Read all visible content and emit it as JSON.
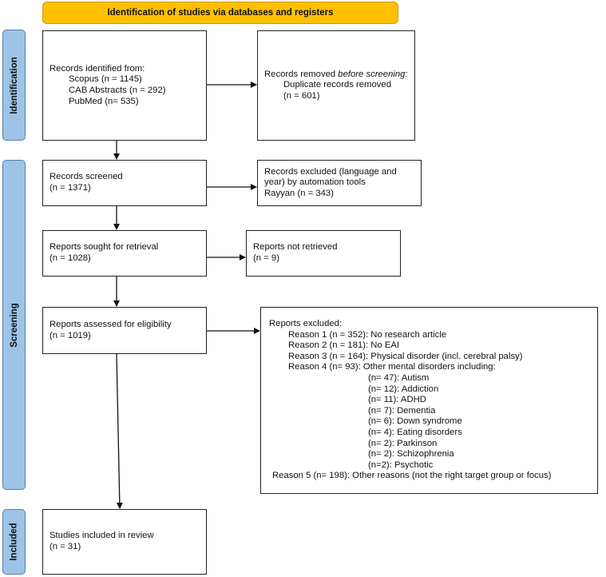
{
  "header": {
    "title": "Identification of studies via databases and registers"
  },
  "phases": {
    "identification": "Identification",
    "screening": "Screening",
    "included": "Included"
  },
  "identified": {
    "title": "Records identified from:",
    "sources": [
      "Scopus (n = 1145)",
      "CAB Abstracts (n = 292)",
      "PubMed (n= 535)"
    ]
  },
  "removed": {
    "title_plain": "Records removed ",
    "title_italic": "before screening",
    "title_colon": ":",
    "detail": "Duplicate records removed",
    "count": "(n = 601)"
  },
  "screened": {
    "title": "Records screened",
    "count": "(n = 1371)"
  },
  "excluded_auto": {
    "line1": "Records excluded (language and",
    "line2": "year) by automation tools",
    "line3": "Rayyan (n = 343)"
  },
  "sought": {
    "title": "Reports sought for retrieval",
    "count": "(n = 1028)"
  },
  "not_retrieved": {
    "title": "Reports not retrieved",
    "count": "(n = 9)"
  },
  "assessed": {
    "title": "Reports assessed for eligibility",
    "count": "(n = 1019)"
  },
  "reports_excluded": {
    "title": "Reports excluded:",
    "reasons": [
      "Reason 1 (n = 352): No research article",
      "Reason 2 (n = 181): No EAI",
      "Reason 3 (n = 164): Physical disorder (incl. cerebral palsy)",
      "Reason 4 (n= 93): Other mental disorders including:"
    ],
    "sub_reasons": [
      "(n= 47): Autism",
      "(n= 12): Addiction",
      "(n= 11): ADHD",
      "(n= 7): Dementia",
      "(n= 6): Down syndrome",
      "(n= 4): Eating disorders",
      "(n= 2): Parkinson",
      "(n= 2): Schizophrenia",
      "(n=2): Psychotic"
    ],
    "last_reason": "Reason 5 (n= 198): Other reasons (not the right target group or focus)"
  },
  "included": {
    "title": "Studies included in review",
    "count": "(n = 31)"
  },
  "colors": {
    "header": "#FFC000",
    "phase": "#9DC3E6"
  }
}
